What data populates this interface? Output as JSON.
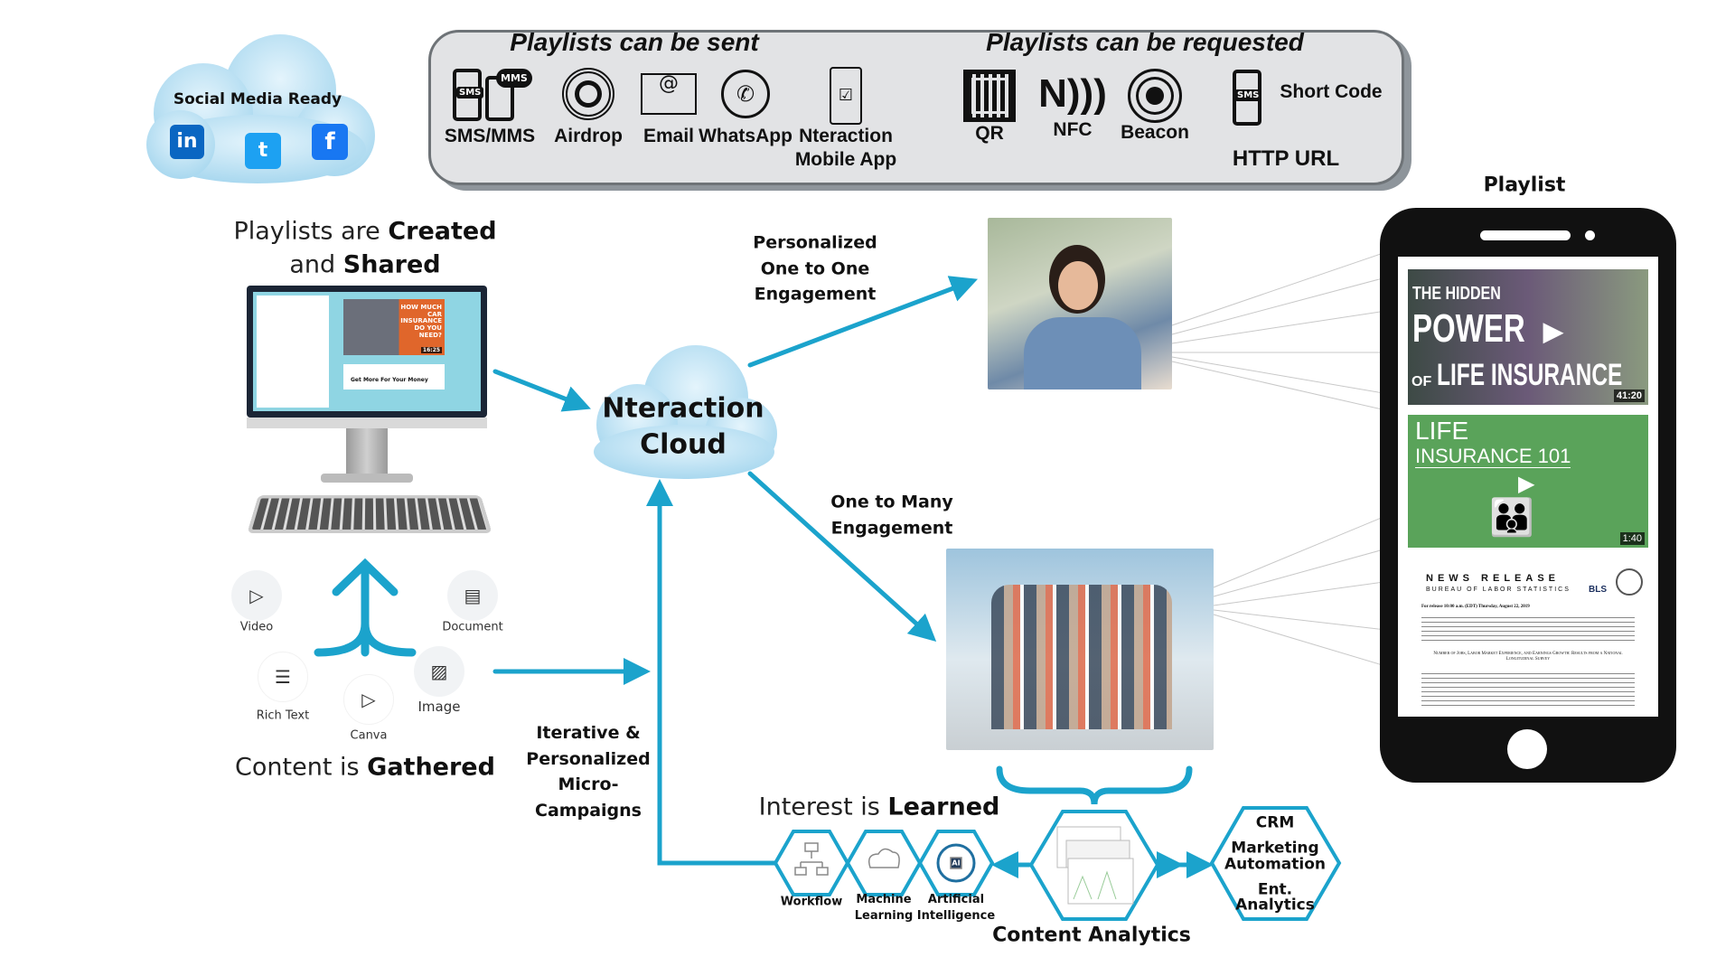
{
  "accent_color": "#1ba3cc",
  "social": {
    "title": "Social Media Ready",
    "icons": [
      {
        "name": "linkedin-icon",
        "glyph": "in",
        "color": "#0a66c2"
      },
      {
        "name": "twitter-icon",
        "glyph": "t",
        "color": "#1da1f2"
      },
      {
        "name": "facebook-icon",
        "glyph": "f",
        "color": "#1877f2"
      }
    ]
  },
  "channels": {
    "sent_title": "Playlists can be sent",
    "requested_title": "Playlists can be requested",
    "sms_badge": "SMS",
    "mms_badge": "MMS",
    "sent": [
      "SMS/MMS",
      "Airdrop",
      "Email",
      "WhatsApp",
      "Nteraction",
      "Mobile App"
    ],
    "requested": [
      "QR",
      "NFC",
      "Beacon"
    ],
    "short_code": "Short Code",
    "http_url": "HTTP URL"
  },
  "create": {
    "line1_light": "Playlists are ",
    "line1_bold": "Created",
    "line2_light": "and ",
    "line2_bold": "Shared",
    "screen_headline": "Get More For Your Money",
    "screen_video_text": "HOW MUCH CAR INSURANCE DO YOU NEED?",
    "screen_video_duration": "16:25"
  },
  "content": {
    "items": [
      "Video",
      "Document",
      "Rich Text",
      "Canva",
      "Image"
    ],
    "title_light": "Content is ",
    "title_bold": "Gathered"
  },
  "cloud": {
    "line1": "Nteraction",
    "line2": "Cloud"
  },
  "flows": {
    "one_to_one": [
      "Personalized",
      "One to One",
      "Engagement"
    ],
    "one_to_many": [
      "One to Many",
      "Engagement"
    ],
    "iterative": [
      "Iterative &",
      "Personalized",
      "Micro-",
      "Campaigns"
    ]
  },
  "learned": {
    "title_light": "Interest is ",
    "title_bold": "Learned",
    "hexes": [
      [
        "Workflow"
      ],
      [
        "Machine",
        "Learning"
      ],
      [
        "Artificial",
        "Intelligence"
      ]
    ],
    "ai_badge": "AI"
  },
  "analytics": {
    "title": "Content Analytics",
    "integrations": [
      "CRM",
      "Marketing",
      "Automation",
      "Ent.",
      "Analytics"
    ]
  },
  "phone": {
    "title": "Playlist",
    "video1": {
      "line1": "THE HIDDEN",
      "line2": "POWER",
      "of": "OF",
      "line3": "LIFE INSURANCE",
      "duration": "41:20"
    },
    "video2": {
      "line1": "LIFE",
      "line2": "INSURANCE 101",
      "duration": "1:40"
    },
    "doc": {
      "title": "NEWS RELEASE",
      "subtitle": "BUREAU OF LABOR STATISTICS",
      "logo": "BLS",
      "release": "For release 10:00 a.m. (EDT) Thursday, August 22, 2019",
      "headline": "Number of Jobs, Labor Market Experience, and Earnings Growth: Results from a National Longitudinal Survey"
    }
  }
}
